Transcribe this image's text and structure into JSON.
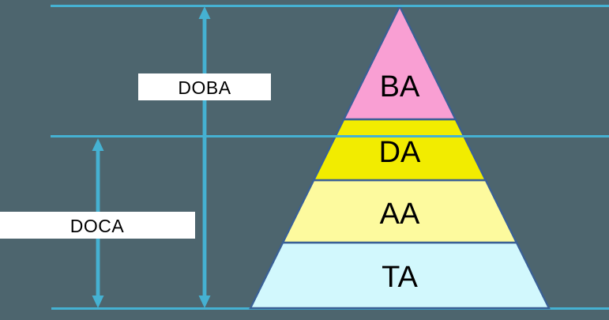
{
  "canvas": {
    "background": "#4D656E"
  },
  "colors": {
    "measure_line": "#45B1D2",
    "pyramid_border": "#3A6095",
    "label_box_bg": "#FFFFFF",
    "label_text": "#000000"
  },
  "pyramid": {
    "sections": [
      {
        "label": "BA",
        "color": "#F99FD3"
      },
      {
        "label": "DA",
        "color": "#F2EC00"
      },
      {
        "label": "AA",
        "color": "#FDFA9E"
      },
      {
        "label": "TA",
        "color": "#D2F8FD"
      }
    ]
  },
  "measures": [
    {
      "label": "DOBA"
    },
    {
      "label": "DOCA"
    }
  ]
}
